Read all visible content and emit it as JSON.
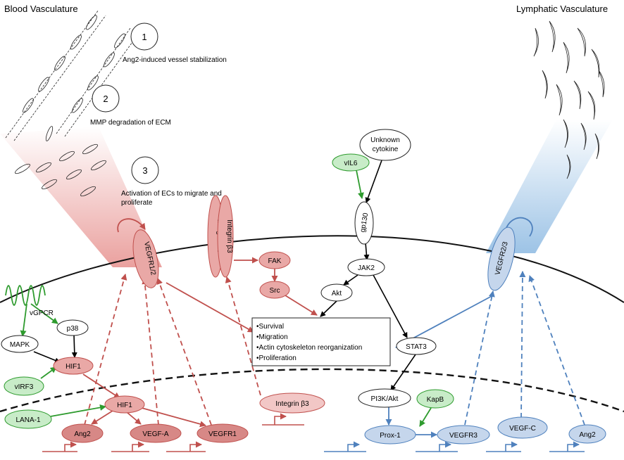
{
  "headings": {
    "blood": "Blood Vasculature",
    "lymphatic": "Lymphatic Vasculature"
  },
  "steps": [
    {
      "num": "1",
      "text": "Ang2-induced vessel stabilization"
    },
    {
      "num": "2",
      "text": "MMP degradation of ECM"
    },
    {
      "num": "3",
      "text_line1": "Activation of ECs to migrate and",
      "text_line2": "proliferate"
    }
  ],
  "receptors": {
    "vegfr12": "VEGFR1/2",
    "integrin_av": "Integrin αV",
    "integrin_b3": "Integrin β3",
    "gp130": "gp130",
    "vegfr23": "VEGFR2/3"
  },
  "nodes": {
    "unknown_cytokine_1": "Unknown",
    "unknown_cytokine_2": "cytokine",
    "vil6": "vIL6",
    "fak": "FAK",
    "src": "Src",
    "jak2": "JAK2",
    "akt": "Akt",
    "vgpcr": "vGPCR",
    "p38": "p38",
    "mapk": "MAPK",
    "hif1_upper": "HIF1",
    "virf3": "vIRF3",
    "hif1_lower": "HIF1",
    "lana1": "LANA-1",
    "ang2_red": "Ang2",
    "vegfa": "VEGF-A",
    "vegfr1": "VEGFR1",
    "integrin_b3_gene": "Integrin β3",
    "stat3": "STAT3",
    "pi3k_akt": "PI3K/Akt",
    "kapb": "KapB",
    "prox1": "Prox-1",
    "vegfr3": "VEGFR3",
    "vegfc": "VEGF-C",
    "ang2_blue": "Ang2"
  },
  "outcomes": [
    "•Survival",
    "•Migration",
    "•Actin cytoskeleton reorganization",
    "•Proliferation"
  ],
  "colors": {
    "red": "#c0504d",
    "red_fill": "#e9a8a6",
    "blue": "#4f81bd",
    "blue_fill": "#c5d6ec",
    "green": "#2e9b2e",
    "green_fill": "#c8ecc8"
  }
}
